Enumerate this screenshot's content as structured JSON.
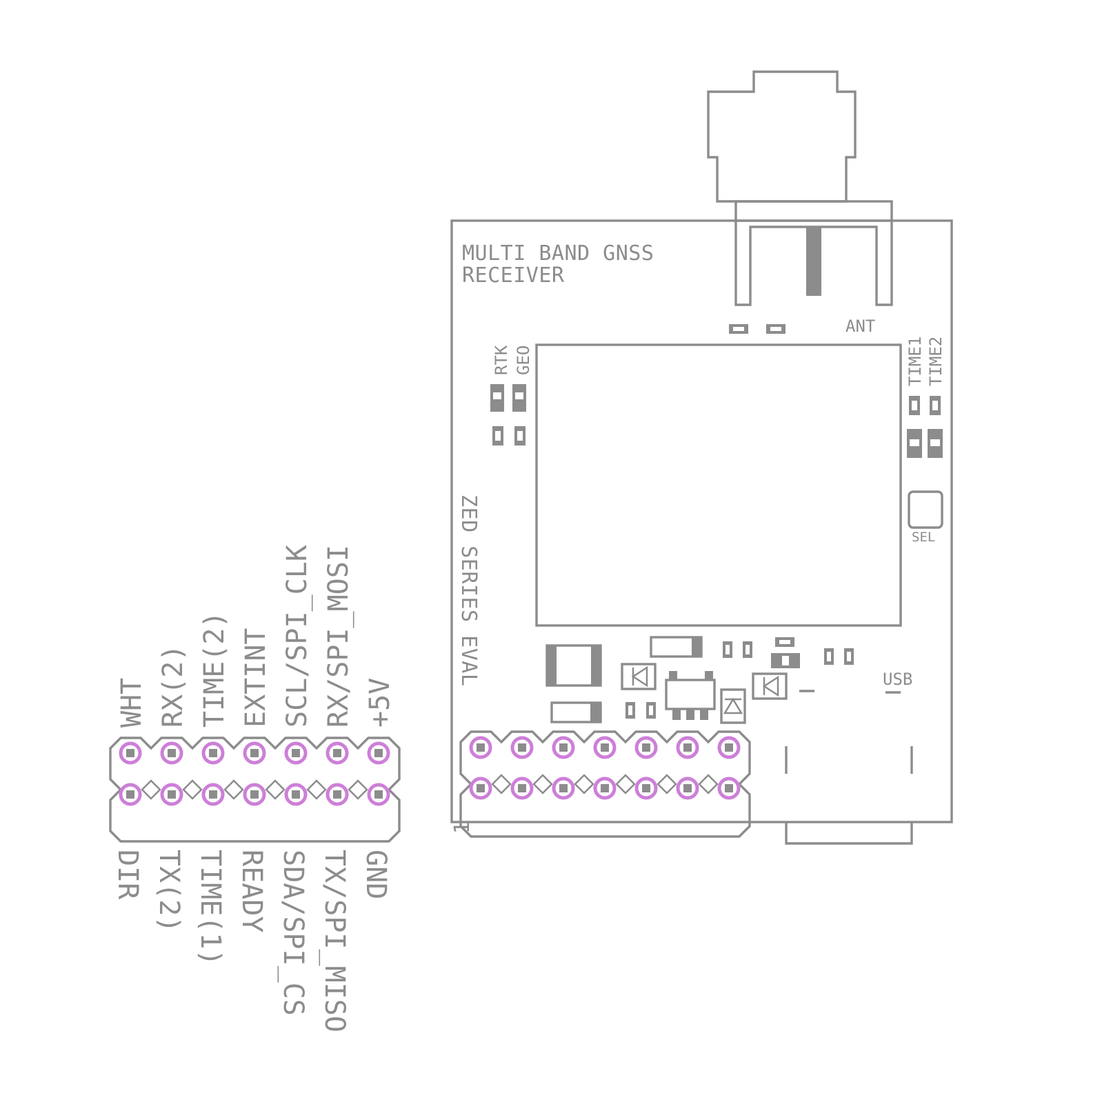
{
  "colors": {
    "silkscreen": "#8c8c8c",
    "pad_ring": "#cd7fd8",
    "background": "#ffffff"
  },
  "board": {
    "title_line1": "MULTI BAND GNSS",
    "title_line2": "RECEIVER",
    "series_label": "ZED SERIES EVAL",
    "antenna_label": "ANT",
    "usb_label": "USB",
    "sel_label": "SEL",
    "led_left": [
      "RTK",
      "GEO"
    ],
    "led_right": [
      "TIME1",
      "TIME2"
    ],
    "pin1_marker": "1"
  },
  "header": {
    "top_row": [
      "WHT",
      "RX(2)",
      "TIME(2)",
      "EXTINT",
      "SCL/SPI_CLK",
      "RX/SPI_MOSI",
      "+5V"
    ],
    "bottom_row": [
      "DIR",
      "TX(2)",
      "TIME(1)",
      "READY",
      "SDA/SPI_CS",
      "TX/SPI_MISO",
      "GND"
    ]
  }
}
